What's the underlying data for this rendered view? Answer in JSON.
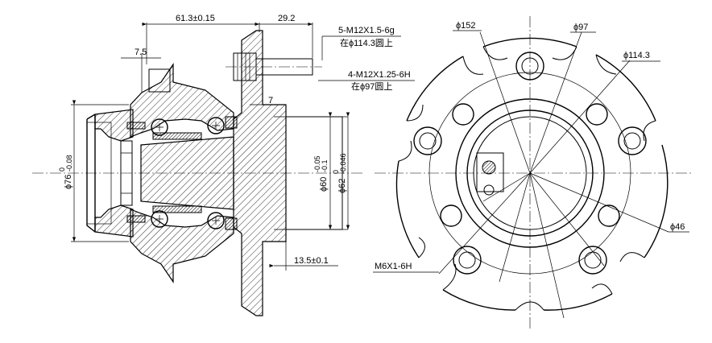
{
  "drawing": {
    "side_view": {
      "dim_width_total": "61.3±0.15",
      "dim_width_stud": "29.2",
      "dim_flange_offset": "7.5",
      "dim_pilot_chamfer": "7",
      "dim_pilot_depth": "13.5±0.1",
      "dim_outer_dia": "ϕ76",
      "dim_outer_dia_tol_upper": "0",
      "dim_outer_dia_tol_lower": "-0.08",
      "dim_pilot_dia": "ϕ60",
      "dim_pilot_dia_tol_upper": "-0.05",
      "dim_pilot_dia_tol_lower": "-0.1",
      "dim_bore_dia": "ϕ62",
      "dim_bore_dia_tol_upper": "0",
      "dim_bore_dia_tol_lower": "-0.046",
      "stud_thread": "5-M12X1.5-6g",
      "stud_pcd": "在ϕ114.3圆上",
      "hole_thread": "4-M12X1.25-6H",
      "hole_pcd": "在ϕ97圆上"
    },
    "front_view": {
      "dim_flange_dia": "ϕ152",
      "dim_hole_pcd": "ϕ97",
      "dim_stud_pcd": "ϕ114.3",
      "dim_center_bore": "ϕ46",
      "small_thread": "M6X1-6H"
    }
  }
}
